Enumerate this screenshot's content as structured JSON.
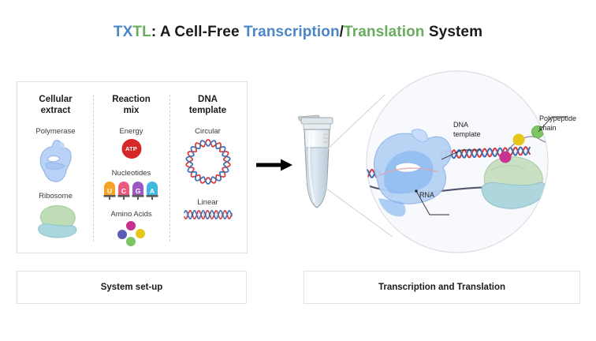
{
  "title": {
    "parts": [
      {
        "text": "TX",
        "color": "#4a86c8"
      },
      {
        "text": "TL",
        "color": "#6aab5f"
      },
      {
        "text": ": A Cell-Free ",
        "color": "#1b1b1b"
      },
      {
        "text": "Transcription",
        "color": "#4a86c8"
      },
      {
        "text": "/",
        "color": "#1b1b1b"
      },
      {
        "text": "Translation",
        "color": "#6aab5f"
      },
      {
        "text": " System",
        "color": "#1b1b1b"
      }
    ],
    "plain": "TXTL: A Cell-Free Transcription/Translation System"
  },
  "setup_panel": {
    "columns": [
      {
        "id": "cellular-extract",
        "title": "Cellular extract",
        "title_line1": "Cellular",
        "title_line2": "extract",
        "items": [
          {
            "label": "Polymerase",
            "art": "polymerase-blob",
            "color": "#aac8f0"
          },
          {
            "label": "Ribosome",
            "art": "ribosome-blob",
            "colors": [
              "#b9dcb4",
              "#a9d7dd"
            ]
          }
        ]
      },
      {
        "id": "reaction-mix",
        "title": "Reaction mix",
        "title_line1": "Reaction",
        "title_line2": "mix",
        "items": [
          {
            "label": "Energy",
            "art": "atp-circle",
            "badge": "ATP",
            "color": "#d62828"
          },
          {
            "label": "Nucleotides",
            "art": "nucleotide-caps",
            "bases": [
              {
                "letter": "U",
                "color": "#f5a227"
              },
              {
                "letter": "C",
                "color": "#ea5a7a"
              },
              {
                "letter": "G",
                "color": "#9b59c4"
              },
              {
                "letter": "A",
                "color": "#3fb8e0"
              }
            ]
          },
          {
            "label": "Amino Acids",
            "art": "amino-dots",
            "colors": [
              "#c8328f",
              "#5a5fb5",
              "#e6c619",
              "#7dc462"
            ]
          }
        ]
      },
      {
        "id": "dna-template",
        "title": "DNA template",
        "title_line1": "DNA",
        "title_line2": "template",
        "items": [
          {
            "label": "Circular",
            "art": "circular-dna",
            "colors": [
              "#d9383a",
              "#3b6fb5"
            ]
          },
          {
            "label": "Linear",
            "art": "linear-dna",
            "colors": [
              "#d9383a",
              "#3b6fb5"
            ]
          }
        ]
      }
    ]
  },
  "flow": {
    "arrow": "right-arrow",
    "tube": "microcentrifuge-tube"
  },
  "magnifier": {
    "callouts": [
      {
        "id": "dna-template",
        "text": "DNA template",
        "line1": "DNA",
        "line2": "template"
      },
      {
        "id": "rna",
        "text": "RNA",
        "line1": "RNA",
        "line2": ""
      },
      {
        "id": "polypeptide-chain",
        "text": "Polypeptide chain",
        "line1": "Polypeptide",
        "line2": "chain"
      }
    ],
    "polypeptide_beads": [
      "#c8328f",
      "#e6c619",
      "#7dc462",
      "#3c3f9e"
    ],
    "polymerase_color": "#a9c8f2",
    "ribosome_colors": [
      "#c6ddc0",
      "#a9d4dd"
    ],
    "dna_colors": [
      "#d9383a",
      "#3b6fb5"
    ],
    "rna_color": "#4a4a6a"
  },
  "captions": {
    "left": "System set-up",
    "right": "Transcription and Translation"
  }
}
